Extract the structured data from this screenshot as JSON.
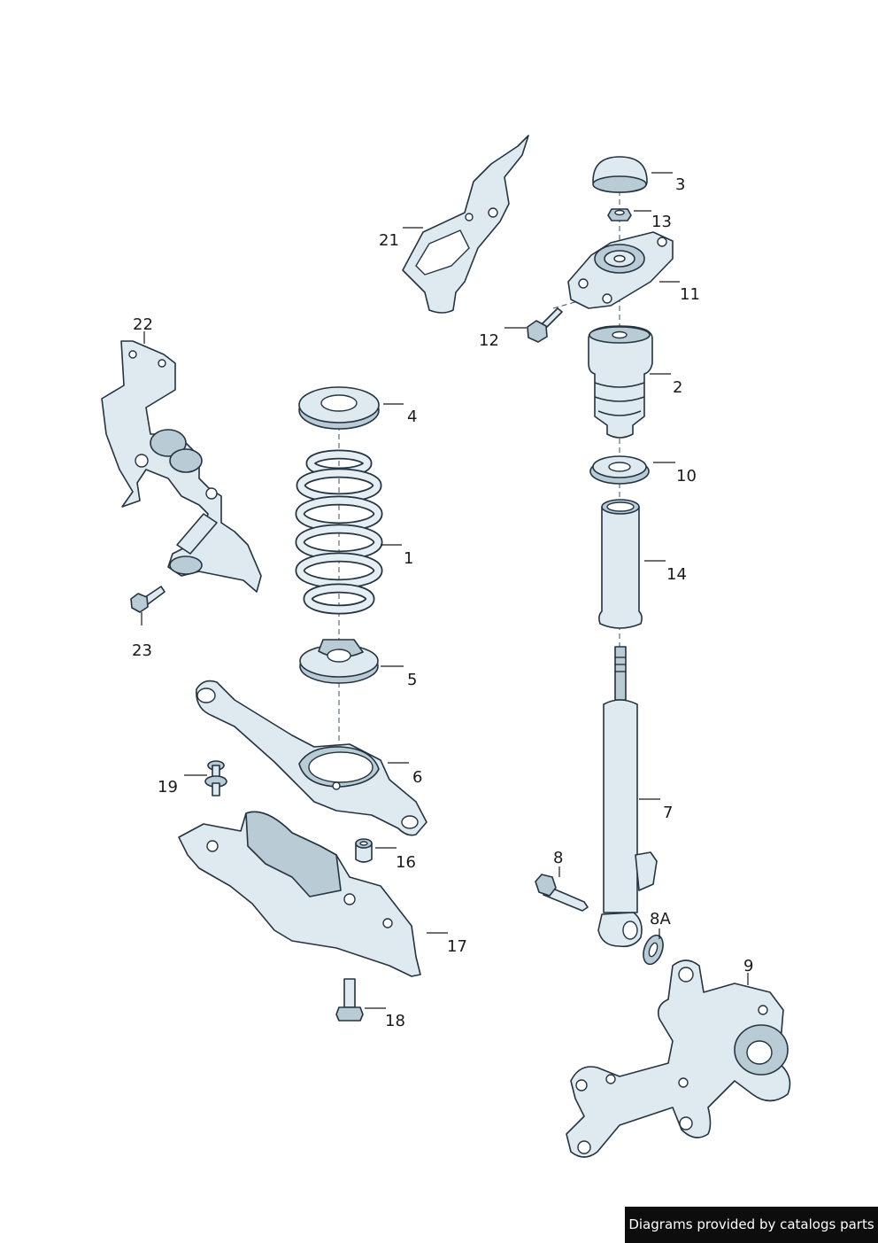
{
  "callouts": {
    "c1": "1",
    "c2": "2",
    "c3": "3",
    "c4": "4",
    "c5": "5",
    "c6": "6",
    "c7": "7",
    "c8": "8",
    "c8a": "8A",
    "c9": "9",
    "c10": "10",
    "c11": "11",
    "c12": "12",
    "c13": "13",
    "c14": "14",
    "c16": "16",
    "c17": "17",
    "c18": "18",
    "c19": "19",
    "c21": "21",
    "c22": "22",
    "c23": "23"
  },
  "footer": {
    "text": "Diagrams provided by catalogs parts"
  },
  "colors": {
    "part_fill": "#dfeaf0",
    "outline": "#243440",
    "footer_bg": "#0d0d0d"
  }
}
